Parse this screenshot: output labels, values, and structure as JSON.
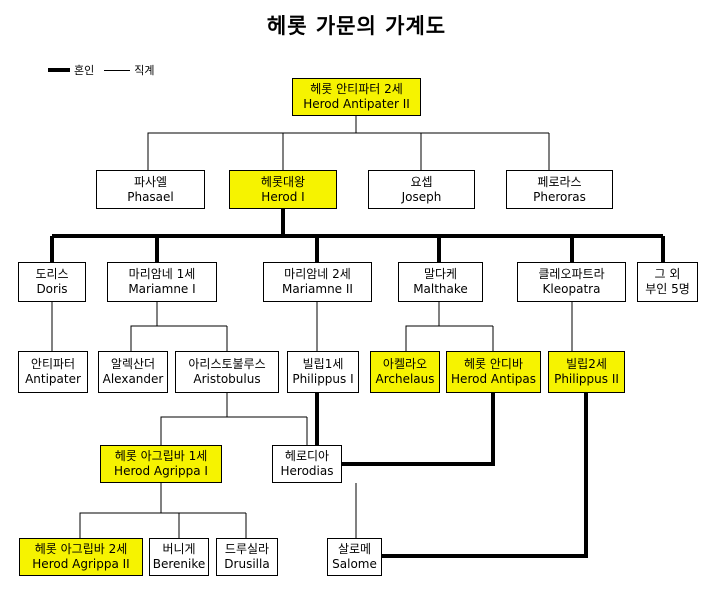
{
  "title": "헤롯 가문의 가계도",
  "legend": {
    "marriage": "혼인",
    "lineage": "직계"
  },
  "colors": {
    "highlight": "#f6f300",
    "box_border": "#000000",
    "line": "#000000"
  },
  "nodes": {
    "antipater2": {
      "ko": "헤롯 안티파터 2세",
      "en": "Herod Antipater II",
      "highlight": true
    },
    "phasael": {
      "ko": "파사엘",
      "en": "Phasael",
      "highlight": false
    },
    "herod1": {
      "ko": "헤롯대왕",
      "en": "Herod I",
      "highlight": true
    },
    "joseph": {
      "ko": "요셉",
      "en": "Joseph",
      "highlight": false
    },
    "pheroras": {
      "ko": "페로라스",
      "en": "Pheroras",
      "highlight": false
    },
    "doris": {
      "ko": "도리스",
      "en": "Doris",
      "highlight": false
    },
    "mariamne1": {
      "ko": "마리암네 1세",
      "en": "Mariamne I",
      "highlight": false
    },
    "mariamne2": {
      "ko": "마리암네 2세",
      "en": "Mariamne II",
      "highlight": false
    },
    "malthake": {
      "ko": "말다케",
      "en": "Malthake",
      "highlight": false
    },
    "kleopatra": {
      "ko": "클레오파트라",
      "en": "Kleopatra",
      "highlight": false
    },
    "others": {
      "ko": "그 외",
      "en": "부인 5명",
      "highlight": false
    },
    "antipater": {
      "ko": "안티파터",
      "en": "Antipater",
      "highlight": false
    },
    "alexander": {
      "ko": "알렉산더",
      "en": "Alexander",
      "highlight": false
    },
    "aristobulus": {
      "ko": "아리스토불루스",
      "en": "Aristobulus",
      "highlight": false
    },
    "philippus1": {
      "ko": "빌립1세",
      "en": "Philippus I",
      "highlight": false
    },
    "archelaus": {
      "ko": "아켈라오",
      "en": "Archelaus",
      "highlight": true
    },
    "antipas": {
      "ko": "헤롯 안디바",
      "en": "Herod Antipas",
      "highlight": true
    },
    "philippus2": {
      "ko": "빌립2세",
      "en": "Philippus II",
      "highlight": true
    },
    "agrippa1": {
      "ko": "헤롯 아그립바 1세",
      "en": "Herod Agrippa I",
      "highlight": true
    },
    "herodias": {
      "ko": "헤로디아",
      "en": "Herodias",
      "highlight": false
    },
    "agrippa2": {
      "ko": "헤롯 아그립바 2세",
      "en": "Herod Agrippa II",
      "highlight": true
    },
    "berenike": {
      "ko": "버니게",
      "en": "Berenike",
      "highlight": false
    },
    "drusilla": {
      "ko": "드루실라",
      "en": "Drusilla",
      "highlight": false
    },
    "salome": {
      "ko": "살로메",
      "en": "Salome",
      "highlight": false
    }
  }
}
